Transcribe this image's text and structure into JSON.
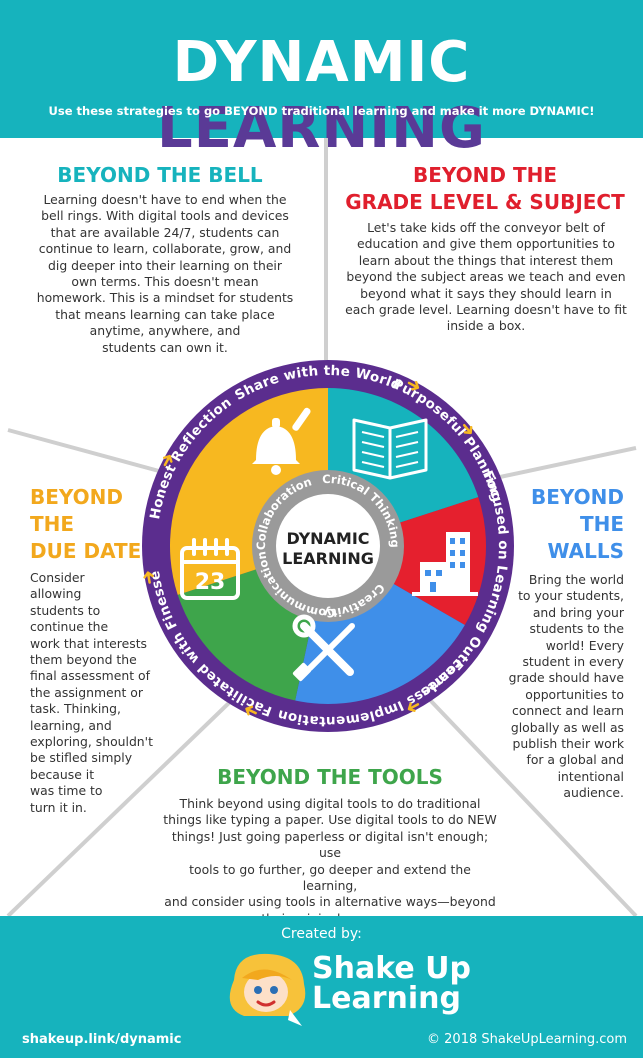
{
  "header": {
    "title_word1": "DYNAMIC",
    "title_word2": "LEARNING",
    "subtitle": "Use these strategies to go BEYOND traditional learning and make it more DYNAMIC!"
  },
  "sections": {
    "bell": {
      "title": "BEYOND THE BELL",
      "lines": [
        "Learning doesn't have to end when the",
        "bell rings. With digital tools and devices",
        "that are available 24/7, students can",
        "continue to learn, collaborate, grow, and",
        "dig deeper into their learning on their",
        "own terms. This doesn't mean",
        "homework. This is a mindset for students",
        "that means learning can take place",
        "anytime, anywhere, and",
        "students can own it."
      ]
    },
    "grade": {
      "title_lines": [
        "BEYOND THE",
        "GRADE LEVEL & SUBJECT"
      ],
      "lines": [
        "Let's take kids off the conveyor belt of",
        "education and give them opportunities to",
        "learn about the things that interest them",
        "beyond the subject areas we teach and even",
        "beyond what it says they should learn in",
        "each grade level. Learning doesn't have to fit",
        "inside a box."
      ]
    },
    "due": {
      "title_lines": [
        "BEYOND",
        "THE",
        "DUE DATE"
      ],
      "lines": [
        "Consider",
        "allowing",
        "students to",
        "continue the",
        "work that interests",
        "them beyond the",
        "final assessment of",
        "the assignment or",
        "task. Thinking,",
        "learning, and",
        "exploring, shouldn't",
        "be stifled simply",
        "because it",
        "was time to",
        "turn it in."
      ]
    },
    "walls": {
      "title_lines": [
        "BEYOND",
        "THE",
        "WALLS"
      ],
      "lines": [
        "Bring the world",
        "to your students,",
        "and bring your",
        "students to the",
        "world! Every",
        "student in every",
        "grade should have",
        "opportunities to",
        "connect and learn",
        "globally as well as",
        "publish their work",
        "for a global and",
        "intentional",
        "audience."
      ]
    },
    "tools": {
      "title": "BEYOND THE TOOLS",
      "lines": [
        "Think beyond using digital tools to do traditional",
        "things like typing a paper. Use digital tools to do NEW",
        "things! Just going paperless or digital isn't enough; use",
        "tools to go further, go deeper and extend the learning,",
        "and consider using tools in alternative ways—beyond",
        "their original purpose."
      ]
    }
  },
  "wheel": {
    "center_lines": [
      "DYNAMIC",
      "LEARNING"
    ],
    "inner_ring": [
      "Creativity",
      "Communication",
      "Collaboration",
      "Critical Thinking"
    ],
    "outer_ring": [
      "Focused on Learning Outcomes",
      "Fearless Implementation",
      "Facilitated with Finesse",
      "Honest Reflection",
      "Share with the World",
      "Purposeful Planning"
    ],
    "calendar_day": "23",
    "colors": {
      "teal": "#16b3bd",
      "red": "#e5202e",
      "blue": "#3f8fe9",
      "green": "#3ea54b",
      "yellow": "#f7b820",
      "purple": "#5b2d8e",
      "gray": "#9a9a9a"
    }
  },
  "colors": {
    "teal": "#16b3bd",
    "purple": "#5a3a96",
    "red": "#e01f2d",
    "blue": "#3f8fe9",
    "green": "#3ea54b",
    "yellow": "#f2a81d"
  },
  "footer": {
    "created_by": "Created by:",
    "brand_line1": "Shake Up",
    "brand_line2": "Learning",
    "url": "shakeup.link/dynamic",
    "copyright": "© 2018 ShakeUpLearning.com"
  }
}
